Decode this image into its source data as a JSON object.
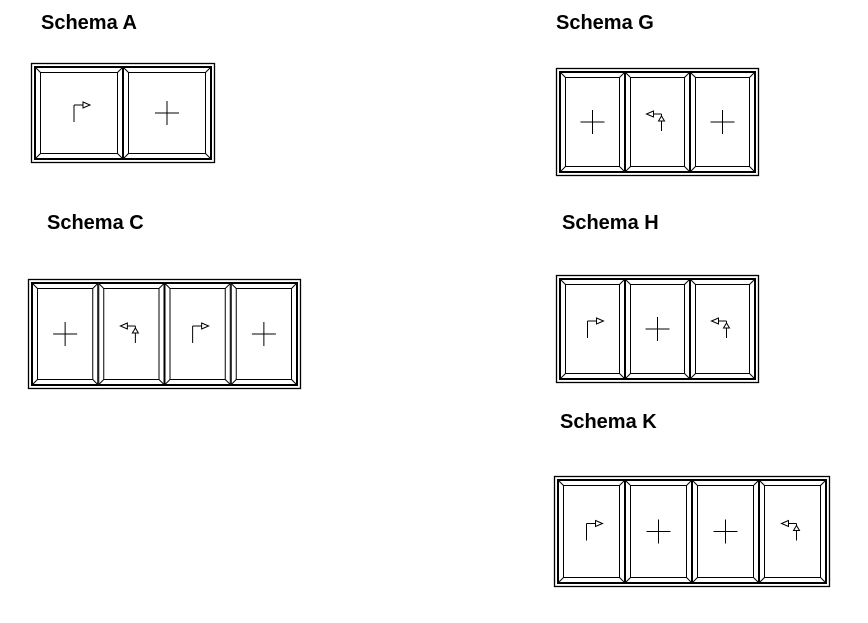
{
  "schemes": [
    {
      "id": "A",
      "title": "Schema A",
      "panels": [
        "sliding-left",
        "fixed"
      ]
    },
    {
      "id": "G",
      "title": "Schema G",
      "panels": [
        "fixed",
        "sliding-up-left",
        "fixed"
      ]
    },
    {
      "id": "C",
      "title": "Schema C",
      "panels": [
        "fixed",
        "sliding-up-left",
        "sliding-left",
        "fixed"
      ]
    },
    {
      "id": "H",
      "title": "Schema H",
      "panels": [
        "sliding-left",
        "fixed",
        "sliding-up-left"
      ]
    },
    {
      "id": "K",
      "title": "Schema K",
      "panels": [
        "sliding-left",
        "fixed",
        "fixed",
        "sliding-up-left"
      ]
    }
  ],
  "symbols": {
    "fixed": "plus-icon",
    "sliding-left": "slide-arrow-icon",
    "sliding-up-left": "slide-arrow-reverse-icon"
  }
}
